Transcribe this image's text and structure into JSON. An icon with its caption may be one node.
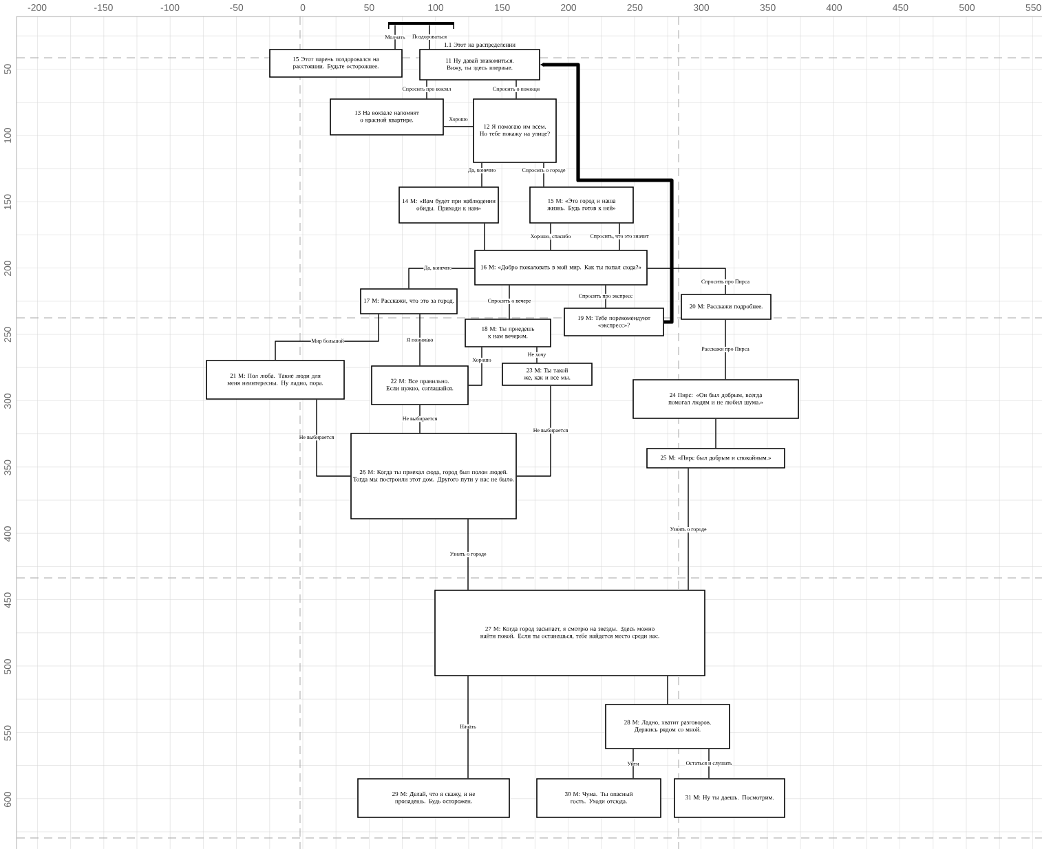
{
  "diagram": {
    "nodes": [
      {
        "text": [],
        "shape": "bar"
      },
      {
        "text": [
          "15 Этот парень поздоровался на расстоянии. Будьте осторожнее."
        ]
      },
      {
        "text": [
          "1.1 Этот на распределении",
          "11 Ну давай знакомиться. Вижу, ты здесь впервые."
        ]
      },
      {
        "text": [
          "13 На вокзале напомнят о красной квартире."
        ]
      },
      {
        "text": [
          "12 Я помогаю им всем. Но тебе покажу на улице?"
        ]
      },
      {
        "text": [
          "14 М: «Вам будет при наблюдении обиды. Приходи к нам»"
        ]
      },
      {
        "text": [
          "15 М: «Это город и наша жизнь. Будь готов к ней»"
        ]
      },
      {
        "text": [
          "16 М: «Добро пожаловать в мой мир. Как ты попал сюда?»"
        ]
      },
      {
        "text": [
          "17 М: Расскажи, что это за город."
        ]
      },
      {
        "text": [
          "18 М: Ты приедешь к нам вечером."
        ]
      },
      {
        "text": [
          "19 М: Тебе порекомендуют «экспресс»?"
        ]
      },
      {
        "text": [
          "20 М: Расскажи подробнее."
        ]
      },
      {
        "text": [
          "21 М: Пол люба. Такие люди для меня неинтересны. Ну ладно, пора."
        ]
      },
      {
        "text": [
          "22 М: Все правильно. Если нужно, соглашайся."
        ]
      },
      {
        "text": [
          "23 М: Ты такой же, как и все мы."
        ]
      },
      {
        "text": [
          "24 Пирс: «Он был добрым, всегда помогал людям и не любил шума.»"
        ]
      },
      {
        "text": [
          "25 М: «Пирс был добрым и спокойным.»"
        ]
      },
      {
        "text": [
          "26 М: Когда ты приехал сюда, город был полон людей. Тогда мы построили этот дом. Другого пути у нас не было."
        ]
      },
      {
        "text": [
          "27 М: Когда город засыпает, я смотрю на звезды. Здесь можно найти покой. Если ты останешься, тебе найдется место среди нас."
        ]
      },
      {
        "text": [
          "28 М: Ладно, хватит разговоров. Держись рядом со мной."
        ]
      },
      {
        "text": [
          "29 М: Делай, что я скажу, и не пропадешь. Будь осторожен."
        ]
      },
      {
        "text": [
          "30 М: Чума. Ты опасный гость. Уходи отсюда."
        ]
      },
      {
        "text": [
          "31 М: Ну ты даешь. Посмотрим."
        ]
      }
    ],
    "edges": [
      {
        "from": 0,
        "to": 1,
        "arrow": "none",
        "label": "Молчать"
      },
      {
        "from": 0,
        "to": 2,
        "arrow": "none",
        "label": "Поздороваться"
      },
      {
        "from": 2,
        "to": 3,
        "arrow": "none",
        "label": "Спросить про вокзал"
      },
      {
        "from": 2,
        "to": 4,
        "arrow": "none",
        "label": "Спросить о помощи"
      },
      {
        "from": 3,
        "to": 4,
        "arrow": "none",
        "label": "Хорошо"
      },
      {
        "from": 4,
        "to": 5,
        "arrow": "none",
        "label": "Да, конечно"
      },
      {
        "from": 4,
        "to": 6,
        "arrow": "none",
        "label": "Спросить о городе"
      },
      {
        "from": 5,
        "to": 7,
        "arrow": "none"
      },
      {
        "from": 6,
        "to": 7,
        "arrow": "none",
        "label": "Хорошо, спасибо"
      },
      {
        "from": 6,
        "to": 7,
        "arrow": "none",
        "label": "Спросить, что это значит"
      },
      {
        "from": 7,
        "to": 8,
        "arrow": "none",
        "label": "Да, конечно"
      },
      {
        "from": 7,
        "to": 9,
        "arrow": "none",
        "label": "Спросить о вечере"
      },
      {
        "from": 7,
        "to": 10,
        "arrow": "none",
        "label": "Спросить про экспресс"
      },
      {
        "from": 7,
        "to": 11,
        "arrow": "none",
        "label": "Спросить про Пирса"
      },
      {
        "from": 10,
        "to": 2,
        "arrow": "to",
        "style": "thick"
      },
      {
        "from": 8,
        "to": 12,
        "arrow": "none",
        "label": "Мир большой"
      },
      {
        "from": 8,
        "to": 13,
        "arrow": "none",
        "label": "Я понимаю"
      },
      {
        "from": 9,
        "to": 13,
        "arrow": "none",
        "label": "Хорошо"
      },
      {
        "from": 9,
        "to": 14,
        "arrow": "none",
        "label": "Не хочу"
      },
      {
        "from": 11,
        "to": 15,
        "arrow": "none",
        "label": "Расскажи про Пирса"
      },
      {
        "from": 12,
        "to": 17,
        "arrow": "none",
        "label": "Не выбирается"
      },
      {
        "from": 13,
        "to": 17,
        "arrow": "none",
        "label": "Не выбирается"
      },
      {
        "from": 14,
        "to": 17,
        "arrow": "none",
        "label": "Не выбирается"
      },
      {
        "from": 15,
        "to": 16,
        "arrow": "none"
      },
      {
        "from": 16,
        "to": 18,
        "arrow": "none",
        "label": "Узнать о городе"
      },
      {
        "from": 17,
        "to": 18,
        "arrow": "none",
        "label": "Узнать о городе"
      },
      {
        "from": 18,
        "to": 20,
        "arrow": "none",
        "label": "Начать"
      },
      {
        "from": 18,
        "to": 19,
        "arrow": "none"
      },
      {
        "from": 19,
        "to": 21,
        "arrow": "none",
        "label": "Уйти"
      },
      {
        "from": 19,
        "to": 22,
        "arrow": "none",
        "label": "Остаться и слушать"
      }
    ],
    "labels": [
      "-200",
      "-150",
      "-100",
      "-50",
      "0",
      "50",
      "100",
      "150",
      "200",
      "250",
      "300",
      "350",
      "400",
      "450",
      "500",
      "550",
      "50",
      "100",
      "150",
      "200",
      "250",
      "300",
      "350",
      "400",
      "450",
      "500",
      "550",
      "600"
    ]
  }
}
